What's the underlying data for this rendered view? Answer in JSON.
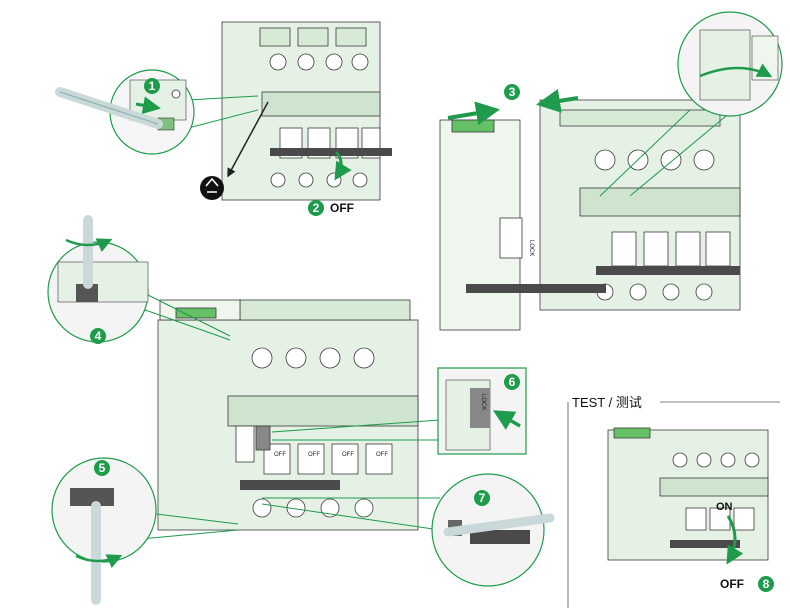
{
  "steps": [
    {
      "number": "1"
    },
    {
      "number": "2",
      "caption": "OFF"
    },
    {
      "number": "3"
    },
    {
      "number": "4"
    },
    {
      "number": "5"
    },
    {
      "number": "6"
    },
    {
      "number": "7"
    },
    {
      "number": "8",
      "caption": "OFF"
    }
  ],
  "test_section": {
    "title": "TEST / 测试",
    "on_label": "ON",
    "off_label": "OFF"
  },
  "device_labels": {
    "pole_off": "OFF",
    "lock_label": "LOCK"
  },
  "colors": {
    "accent_green": "#1e9b4b",
    "device_fill": "#e4f1e4",
    "device_stroke": "#3a3a3a",
    "bar_dark": "#4a4a4a"
  },
  "icons": [
    "recycle-icon",
    "screwdriver-icon",
    "rotate-arrow-icon",
    "push-arrow-icon"
  ]
}
